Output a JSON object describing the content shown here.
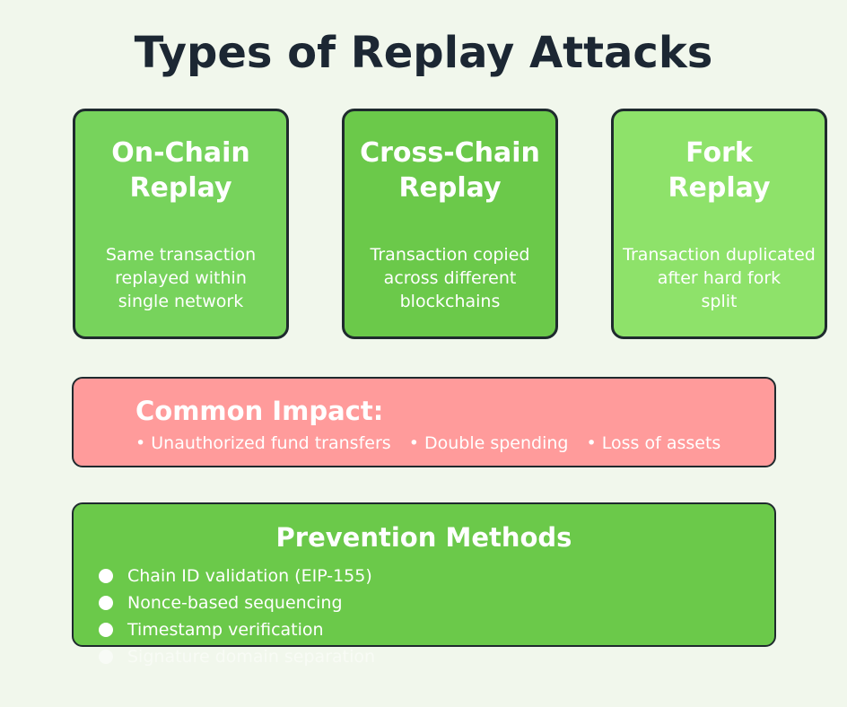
{
  "title": "Types of Replay Attacks",
  "cards": [
    {
      "title_lines": [
        "On-Chain",
        "Replay"
      ],
      "desc_lines": [
        "Same transaction",
        "replayed within",
        "single network"
      ],
      "color": "#77d35c"
    },
    {
      "title_lines": [
        "Cross-Chain",
        "Replay"
      ],
      "desc_lines": [
        "Transaction copied",
        "across different",
        "blockchains"
      ],
      "color": "#6bc94a"
    },
    {
      "title_lines": [
        "Fork",
        "Replay"
      ],
      "desc_lines": [
        "Transaction duplicated",
        "after hard fork",
        "split"
      ],
      "color": "#8ee26a"
    }
  ],
  "impact": {
    "title": "Common Impact:",
    "items": [
      "• Unauthorized fund transfers",
      "• Double spending",
      "• Loss of assets"
    ],
    "color": "#ff9b9b"
  },
  "prevention": {
    "title": "Prevention Methods",
    "items": [
      "Chain ID validation (EIP-155)",
      "Nonce-based sequencing",
      "Timestamp verification",
      "Signature domain separation"
    ],
    "color": "#6bc94a"
  },
  "colors": {
    "background": "#f1f7ec",
    "title_text": "#1c2733",
    "border": "#1f2a2e"
  }
}
